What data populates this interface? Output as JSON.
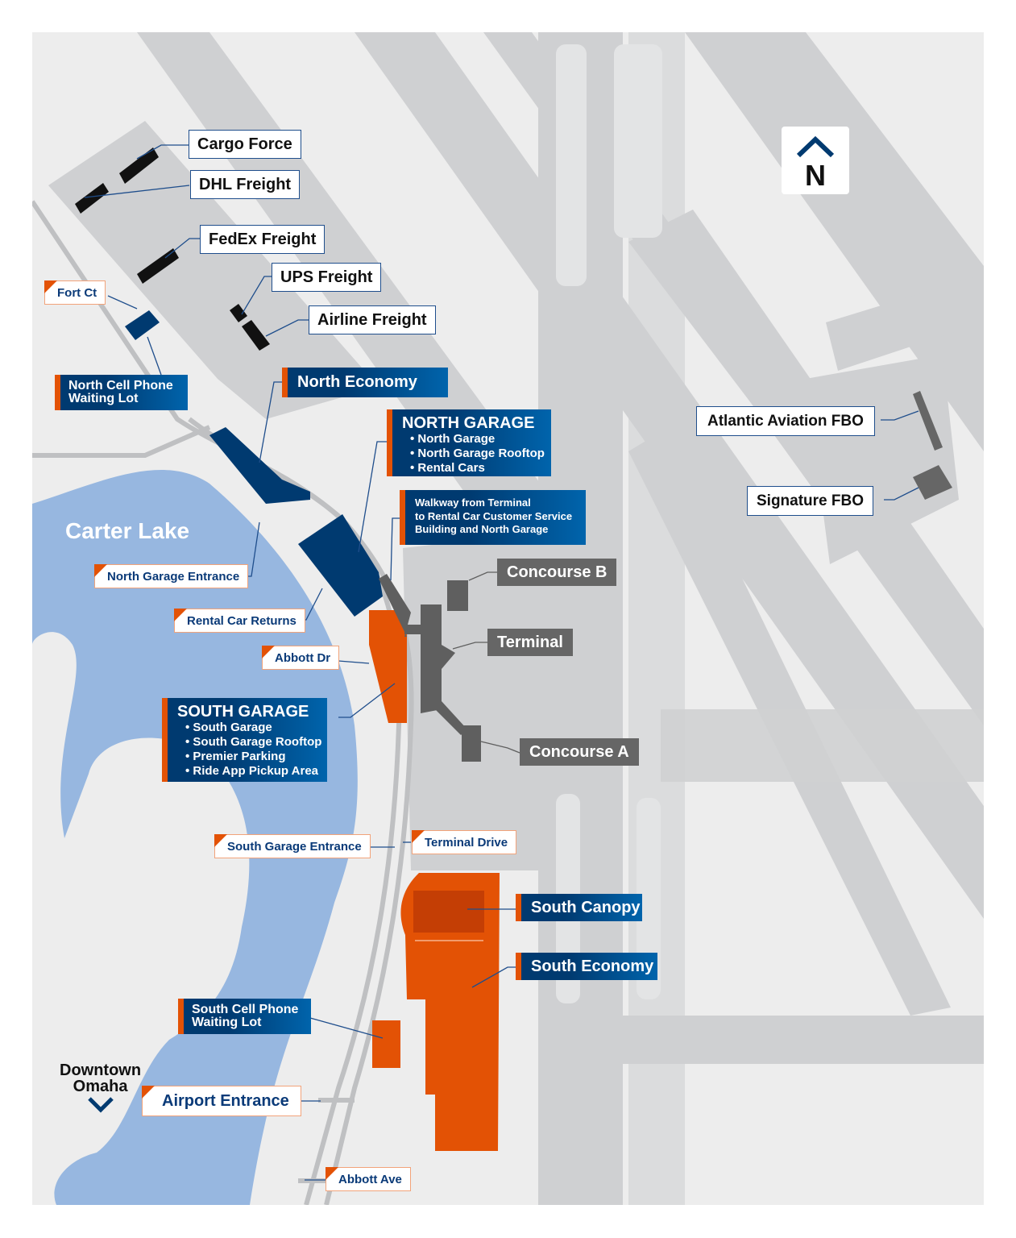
{
  "colors": {
    "navy": "#003a70",
    "orange": "#e35205",
    "terminal_grey": "#666666",
    "lake": "#97b7e0",
    "runway": "#cfd0d2",
    "ground": "#ededed"
  },
  "compass": {
    "icon": "north-arrow-icon",
    "label": "N"
  },
  "water": {
    "label": "Carter Lake"
  },
  "direction": {
    "line1": "Downtown",
    "line2": "Omaha",
    "icon": "chevron-down-icon"
  },
  "freight": [
    "Cargo Force",
    "DHL Freight",
    "FedEx Freight",
    "UPS Freight",
    "Airline Freight"
  ],
  "fbo": [
    "Atlantic Aviation FBO",
    "Signature FBO"
  ],
  "streets": {
    "fort_ct": "Fort Ct",
    "north_garage_entrance": "North Garage Entrance",
    "rental_car_returns": "Rental Car Returns",
    "abbott_dr": "Abbott Dr",
    "south_garage_entrance": "South Garage Entrance",
    "terminal_drive": "Terminal Drive",
    "airport_entrance": "Airport Entrance",
    "abbott_ave": "Abbott Ave"
  },
  "parking": {
    "north_cell": {
      "line1": "North Cell Phone",
      "line2": "Waiting Lot"
    },
    "north_economy": "North Economy",
    "north_garage": {
      "title": "NORTH GARAGE",
      "items": [
        "• North Garage",
        "• North Garage Rooftop",
        "• Rental Cars"
      ]
    },
    "walkway": {
      "line1": "Walkway from Terminal",
      "line2": "to Rental Car Customer Service",
      "line3": "Building and North Garage"
    },
    "south_garage": {
      "title": "SOUTH GARAGE",
      "items": [
        "• South Garage",
        "• South Garage Rooftop",
        "• Premier Parking",
        "• Ride App Pickup Area"
      ]
    },
    "south_canopy": "South Canopy",
    "south_economy": "South Economy",
    "south_cell": {
      "line1": "South Cell Phone",
      "line2": "Waiting Lot"
    }
  },
  "terminal": {
    "concourse_b": "Concourse B",
    "terminal": "Terminal",
    "concourse_a": "Concourse A"
  }
}
